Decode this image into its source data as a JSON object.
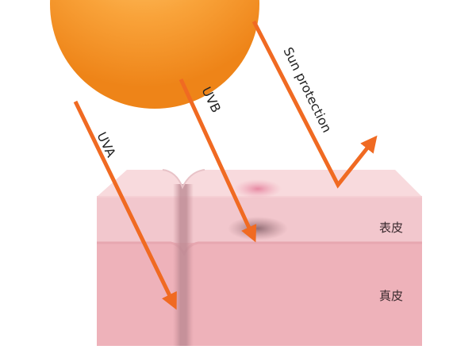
{
  "diagram": {
    "rays": {
      "uva": "UVA",
      "uvb": "UVB",
      "protection": "Sun protection"
    },
    "layers": {
      "epidermis": "表皮",
      "dermis": "真皮"
    },
    "colors": {
      "sun_light": "#fcb24a",
      "sun_dark": "#f08a1a",
      "arrow": "#f06a22",
      "skin_top": "#f8dadd",
      "epidermis": "#f2c7cd",
      "dermis": "#eeb3ba",
      "shadow": "#c58a92"
    }
  }
}
